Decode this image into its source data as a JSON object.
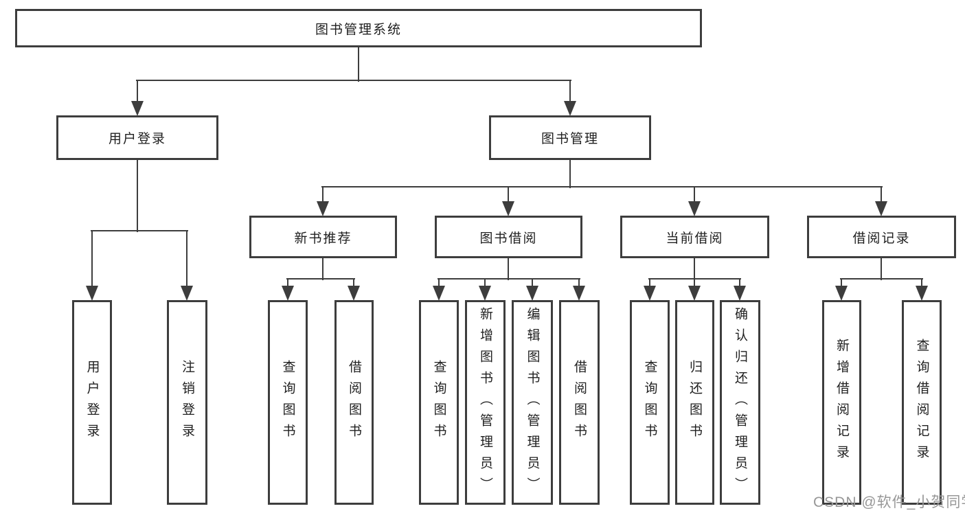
{
  "diagram": {
    "title_node": {
      "label": "图书管理系统"
    },
    "level2": [
      {
        "label": "用户登录"
      },
      {
        "label": "图书管理"
      }
    ],
    "level3": [
      {
        "label": "新书推荐",
        "parent": "图书管理"
      },
      {
        "label": "图书借阅",
        "parent": "图书管理"
      },
      {
        "label": "当前借阅",
        "parent": "图书管理"
      },
      {
        "label": "借阅记录",
        "parent": "图书管理"
      }
    ],
    "leaves": [
      {
        "label": "用户登录",
        "parent": "用户登录"
      },
      {
        "label": "注销登录",
        "parent": "用户登录"
      },
      {
        "label": "查询图书",
        "parent": "新书推荐"
      },
      {
        "label": "借阅图书",
        "parent": "新书推荐"
      },
      {
        "label": "查询图书",
        "parent": "图书借阅"
      },
      {
        "label": "新增图书（管理员）",
        "parent": "图书借阅"
      },
      {
        "label": "编辑图书（管理员）",
        "parent": "图书借阅"
      },
      {
        "label": "借阅图书",
        "parent": "图书借阅"
      },
      {
        "label": "查询图书",
        "parent": "当前借阅"
      },
      {
        "label": "归还图书",
        "parent": "当前借阅"
      },
      {
        "label": "确认归还（管理员）",
        "parent": "当前借阅"
      },
      {
        "label": "新增借阅记录",
        "parent": "借阅记录"
      },
      {
        "label": "查询借阅记录",
        "parent": "借阅记录"
      }
    ],
    "watermark": "CSDN @软件_小贺同学",
    "colors": {
      "line": "#3d3d3d",
      "text": "#1f1f1f",
      "watermark": "#979797",
      "background": "#ffffff"
    }
  }
}
